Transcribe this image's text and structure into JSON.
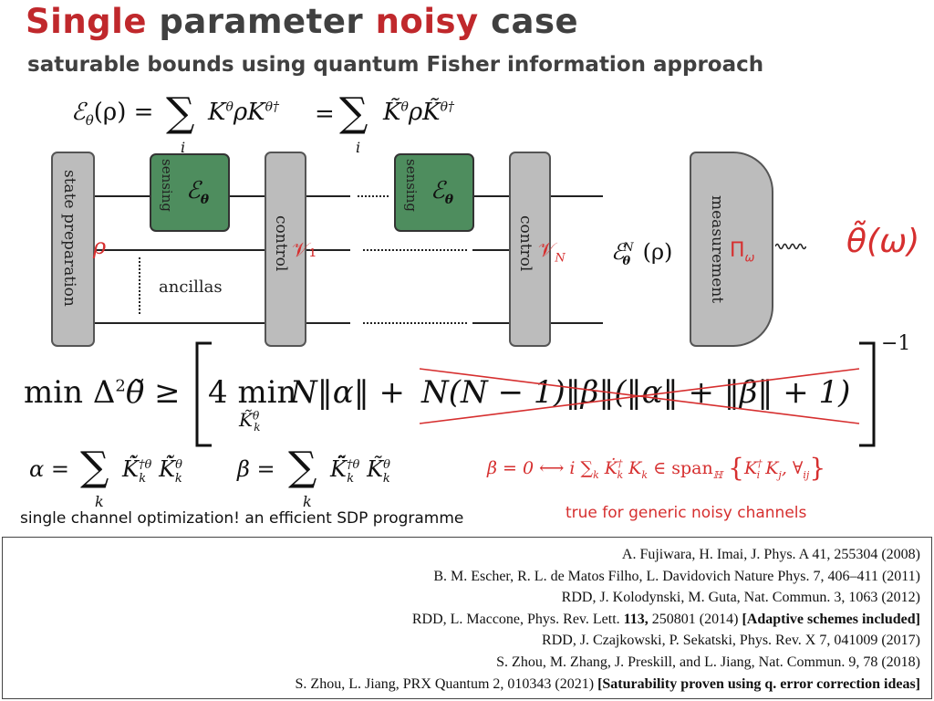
{
  "slide": {
    "title_part1": "Single",
    "title_part2": "parameter",
    "title_part3": "noisy",
    "title_part4": "case",
    "subtitle": "saturable bounds using quantum Fisher information approach"
  },
  "diagram": {
    "state_prep_label": "state preparation",
    "sensing_label": "sensing",
    "control_label": "control",
    "measurement_label": "measurement",
    "ancillas_label": "ancillas",
    "rho": "ρ",
    "v1": "𝒱₁",
    "vN": "𝒱",
    "vN_sub": "N",
    "pi_omega": "Π",
    "pi_sub": "ω",
    "theta_est": "θ̃(ω)",
    "channel_out": "ℰ",
    "channel_out_sup": "N",
    "channel_out_arg": "(ρ)",
    "channel_sym": "ℰ",
    "channel_sub": "θ"
  },
  "formulas": {
    "kraus_lhs": "ℰ",
    "kraus_lhs_sub": "θ",
    "kraus_lhs_arg": "(ρ) =",
    "kraus_term1": "K",
    "kraus_term1_sup": "θ",
    "kraus_term1_mid": "ρK",
    "kraus_term1_sup2": "θ†",
    "kraus_eq2": "=",
    "kraus_term2": "K̃",
    "kraus_term2_sup": "θ",
    "kraus_term2_mid": "ρK̃",
    "kraus_term2_sup2": "θ†",
    "sum_index": "i",
    "bound_lhs": "min Δ",
    "bound_lhs_sup": "2",
    "bound_lhs_theta": "θ̃ ≥",
    "bound_four_min": "4 min",
    "bound_N_alpha": "N‖α‖ +",
    "bound_crossed": "N(N − 1)‖β‖(‖α‖ + ‖β‖ + 1)",
    "bound_min_sub": "K̃",
    "bound_min_sub_sup": "θ",
    "bound_min_sub_sub": "k",
    "bound_exponent": "−1",
    "alpha_def": "α =",
    "alpha_term": "K̇̃",
    "alpha_sup": "†θ",
    "alpha_sub": "k",
    "alpha_term2": "K̇̃",
    "alpha_sup2": "θ",
    "beta_def": "β =",
    "beta_term": "K̈̃",
    "beta_sup": "†θ",
    "beta_term2": "K̃",
    "beta_sup2": "θ",
    "sum_k": "k",
    "beta_zero": "β = 0 ⟷ i ∑",
    "beta_zero_sub": "k",
    "beta_zero_mid": "K̇",
    "beta_zero_mid_sup": "†",
    "beta_zero_mid_sub": "k",
    "beta_zero_mid2": "K",
    "beta_zero_mid2_sub": "k",
    "beta_zero_span": "∈ span",
    "beta_zero_span_sub": "ℍ",
    "beta_zero_set": "K",
    "beta_zero_set_sup": "†",
    "beta_zero_set_sub": "i",
    "beta_zero_set2": "K",
    "beta_zero_set2_sub": "j",
    "beta_zero_forall": ", ∀",
    "beta_zero_forall_sub": "ij"
  },
  "notes": {
    "left": "single channel optimization! an efficient SDP programme",
    "right": "true for generic noisy channels"
  },
  "references": [
    {
      "text": "A. Fujiwara, H. Imai, J. Phys. A 41, 255304 (2008)",
      "bold_vol": "",
      "rest": "",
      "bold_tail": ""
    },
    {
      "text": "B. M. Escher, R. L. de Matos Filho, L. Davidovich Nature Phys. 7, 406–411 (2011)",
      "bold_vol": "",
      "rest": "",
      "bold_tail": ""
    },
    {
      "text": "RDD, J. Kolodynski, M. Guta, Nat. Commun. 3, 1063 (2012)",
      "bold_vol": "",
      "rest": "",
      "bold_tail": ""
    },
    {
      "text": "RDD, L. Maccone, Phys. Rev. Lett. ",
      "bold_vol": "113,",
      "rest": " 250801 (2014) ",
      "bold_tail": "[Adaptive schemes included]"
    },
    {
      "text": "RDD, J. Czajkowski, P. Sekatski, Phys. Rev. X 7, 041009 (2017)",
      "bold_vol": "",
      "rest": "",
      "bold_tail": ""
    },
    {
      "text": "S. Zhou, M. Zhang, J. Preskill, and L. Jiang, Nat. Commun. 9, 78 (2018)",
      "bold_vol": "",
      "rest": "",
      "bold_tail": ""
    },
    {
      "text": "S. Zhou, L. Jiang, PRX Quantum 2, 010343 (2021) ",
      "bold_vol": "",
      "rest": "",
      "bold_tail": "[Saturability proven using q. error correction ideas]"
    }
  ],
  "colors": {
    "accent_red": "#c0282c",
    "formula_red": "#d62f2f",
    "sensing_green": "#4e8d5e",
    "box_grey": "#bcbcbc"
  }
}
